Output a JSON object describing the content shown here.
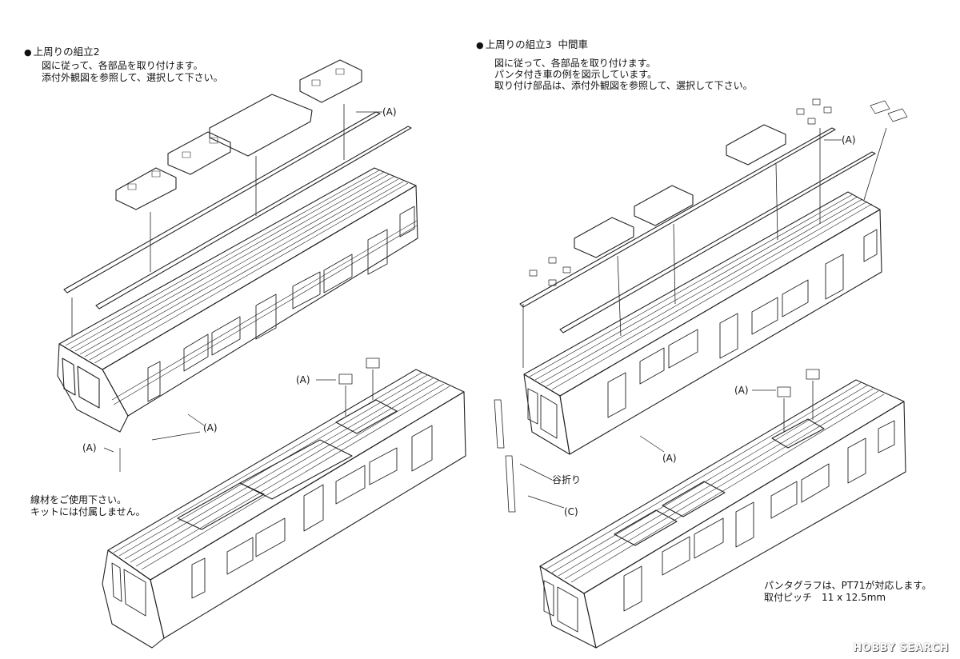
{
  "left": {
    "heading": "上周りの組立2",
    "lines": [
      "図に従って、各部品を取り付けます。",
      "添付外観図を参照して、選択して下さい。"
    ],
    "note_lines": [
      "線材をご使用下さい。",
      "キットには付属しません。"
    ],
    "labels": [
      "(A)",
      "(A)",
      "(A)",
      "(A)"
    ]
  },
  "right": {
    "heading": "上周りの組立3",
    "subheading": "中間車",
    "lines": [
      "図に従って、各部品を取り付けます。",
      "パンタ付き車の例を図示しています。",
      "取り付け部品は、添付外観図を参照して、選択して下さい。"
    ],
    "label_fold": "谷折り",
    "label_c": "(C)",
    "labels": [
      "(A)",
      "(A)",
      "(A)"
    ],
    "note_lines": [
      "パンタグラフは、PT71が対応します。",
      "取付ピッチ　11 x 12.5mm"
    ]
  },
  "watermark": "HOBBY SEARCH"
}
